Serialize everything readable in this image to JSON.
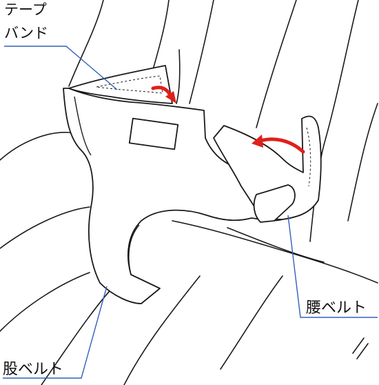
{
  "labels": {
    "tape_line1": "テープ",
    "tape_line2": "バンド",
    "waist_belt": "腰ベルト",
    "crotch_belt": "股ベルト"
  },
  "colors": {
    "outline": "#1a1a1a",
    "leader": "#3060b8",
    "arrow": "#e0201a",
    "fill": "#ffffff"
  }
}
